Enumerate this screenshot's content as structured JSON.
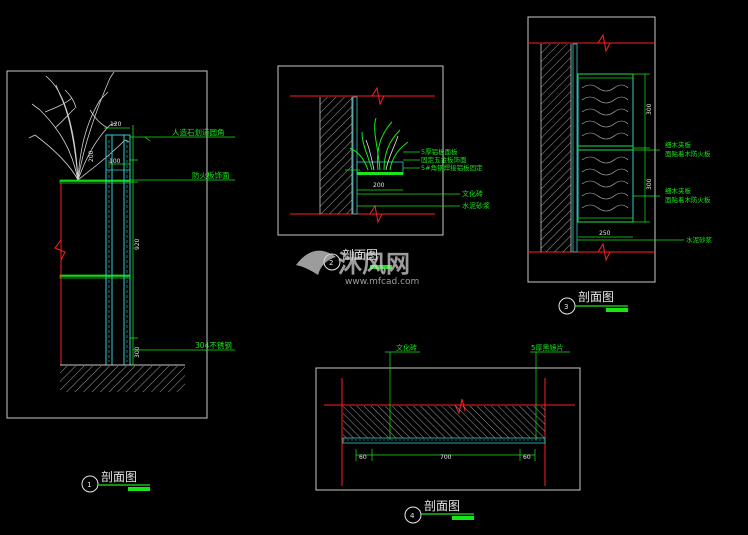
{
  "colors": {
    "background": "#000000",
    "frame": "#c8c8c8",
    "wall_red": "#ff2020",
    "dim_green": "#19e619",
    "cyan": "#33cccc",
    "hatch": "#9a9a9a",
    "label_white": "#e6e6e6",
    "watermark": "#d0d0d0"
  },
  "section1": {
    "labels": [
      "人造石划道圆角",
      "防火板饰面",
      "304不锈钢"
    ],
    "dims": [
      "120",
      "200",
      "100",
      "920",
      "300"
    ],
    "title": "剖面图",
    "number": "1"
  },
  "section2": {
    "labels": [
      "5厚铝板面板",
      "固定五金板饰面",
      "5#角钢焊接铝板固定",
      "文化砖",
      "水泥砂浆"
    ],
    "dims": [
      "200"
    ],
    "title": "剖面图",
    "number": "2"
  },
  "section3": {
    "labels": [
      "细木夹板",
      "面贴着木防火板",
      "细木夹板",
      "面贴着木防火板",
      "水泥砂浆"
    ],
    "dims": [
      "300",
      "300",
      "250"
    ],
    "title": "剖面图",
    "number": "3"
  },
  "section4": {
    "labels": [
      "文化砖",
      "5厚黑镜片"
    ],
    "dims": [
      "60",
      "700",
      "60"
    ],
    "title": "剖面图",
    "number": "4"
  },
  "watermark": {
    "brand": "沐风网",
    "url": "www.mfcad.com"
  }
}
